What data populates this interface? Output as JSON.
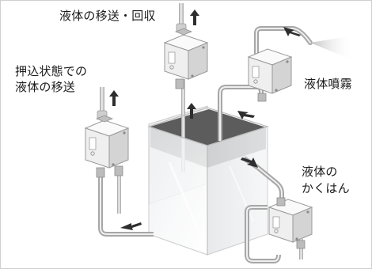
{
  "labels": {
    "transfer_recovery": "液体の移送・回収",
    "pressurized_line1": "押込状態での",
    "pressurized_line2": "液体の移送",
    "spray": "液体噴霧",
    "stirring_line1": "液体の",
    "stirring_line2": "かくはん"
  },
  "pumps": [
    {
      "id": "pump-transfer-recovery",
      "role": "transfer and recovery"
    },
    {
      "id": "pump-spray",
      "role": "spray"
    },
    {
      "id": "pump-pressurized",
      "role": "pressurized transfer"
    },
    {
      "id": "pump-stirring",
      "role": "stirring"
    }
  ],
  "colors": {
    "pump_body": "#f2f2f2",
    "pump_shade": "#d2d2d2",
    "pipe": "#c4c4c4",
    "arrow": "#2e2e2e",
    "liquid": "#4f4f4f",
    "tank_glass": "#e9ecee"
  },
  "icons": [
    "up-arrow-icon",
    "right-arrow-icon",
    "left-arrow-icon",
    "spray-mist-icon"
  ]
}
